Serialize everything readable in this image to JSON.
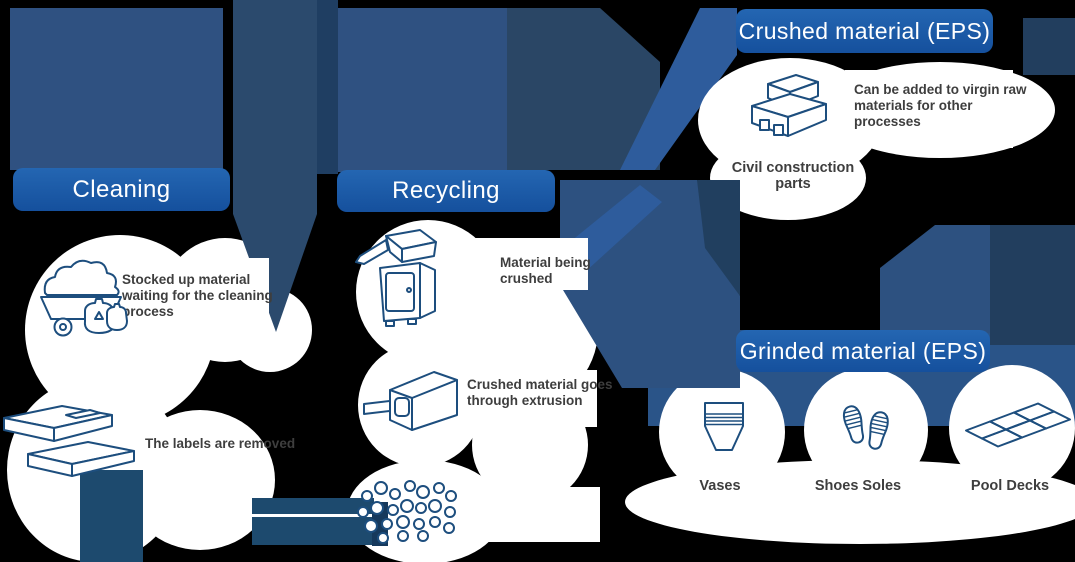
{
  "colors": {
    "background": "#000000",
    "header_blue_top": "#2466b2",
    "header_blue_bottom": "#15509d",
    "block_blue": "#2f5181",
    "band_blue": "#2b4a6d",
    "dark_navy": "#1f3e62",
    "slate_navy": "#2a4665",
    "bright_stripe": "#2e5c9c",
    "bottom_band": "#1d4a6e",
    "icon_stroke": "#1d4e7e",
    "text_dark": "#3e3e3e",
    "cloud_white": "#ffffff"
  },
  "sections": {
    "cleaning": {
      "title": "Cleaning",
      "step1_text": "Stocked up material waiting for the cleaning process",
      "step2_text": "The labels are removed"
    },
    "recycling": {
      "title": "Recycling",
      "step1_text": "Material being crushed",
      "step2_text": "Crushed material goes through extrusion"
    },
    "crushed_material": {
      "title": "Crushed material (EPS)",
      "note": "Can be added to virgin raw materials for other processes",
      "item1_label": "Civil construction parts"
    },
    "grinded_material": {
      "title": "Grinded material (EPS)",
      "item1_label": "Vases",
      "item2_label": "Shoes Soles",
      "item3_label": "Pool Decks"
    }
  }
}
